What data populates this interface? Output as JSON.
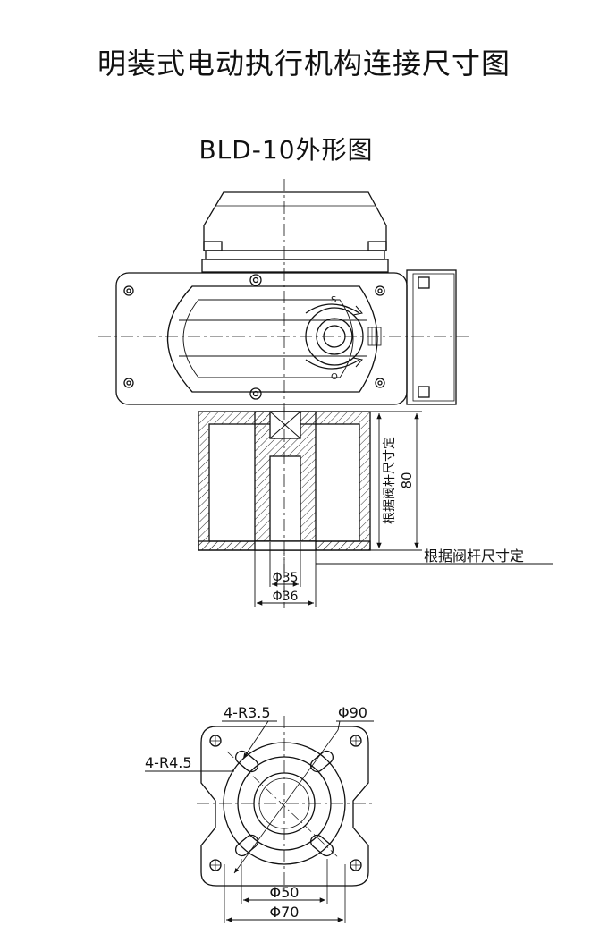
{
  "page": {
    "title": "明装式电动执行机构连接尺寸图",
    "subtitle": "BLD-10外形图"
  },
  "side_view": {
    "dial_label_s": "S",
    "dial_label_o": "O",
    "dim_vertical_value": "80",
    "dim_vertical_note": "根据阀杆尺寸定",
    "dim_right_note": "根据阀杆尺寸定",
    "dim_phi35": "Φ35",
    "dim_phi36": "Φ36"
  },
  "flange_view": {
    "label_r35": "4-R3.5",
    "label_r45": "4-R4.5",
    "label_phi90": "Φ90",
    "label_phi50": "Φ50",
    "label_phi70": "Φ70"
  }
}
